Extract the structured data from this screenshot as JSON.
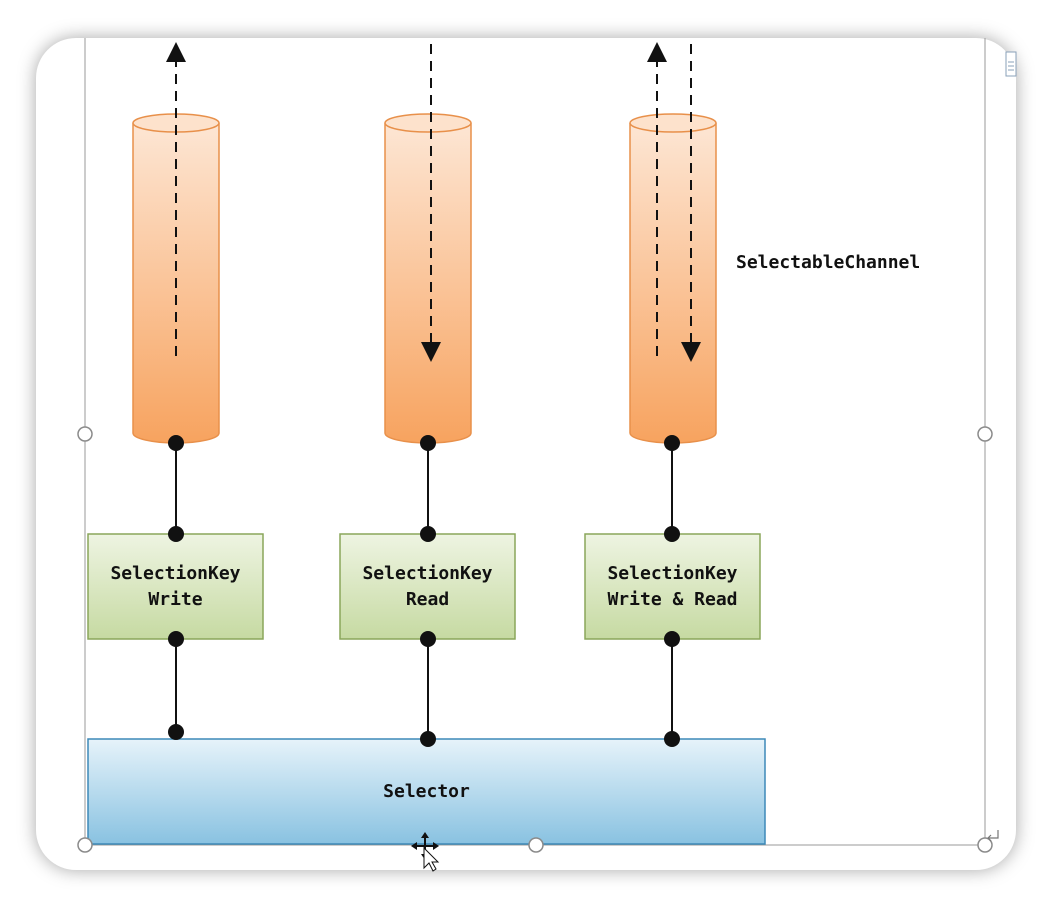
{
  "diagram": {
    "channel_label": "SelectableChannel",
    "selector_label": "Selector",
    "keys": [
      {
        "line1": "SelectionKey",
        "line2": "Write"
      },
      {
        "line1": "SelectionKey",
        "line2": "Read"
      },
      {
        "line1": "SelectionKey",
        "line2": "Write & Read"
      }
    ]
  },
  "colors": {
    "cylinder_top": "#fde2cc",
    "cylinder_bottom": "#f7a35f",
    "cylinder_stroke": "#e8904a",
    "key_fill_top": "#eaf2dc",
    "key_fill_bottom": "#c8dca4",
    "key_stroke": "#8aa65a",
    "selector_top": "#e3f1f9",
    "selector_bottom": "#8cc4e2",
    "selector_stroke": "#3d89b8"
  }
}
